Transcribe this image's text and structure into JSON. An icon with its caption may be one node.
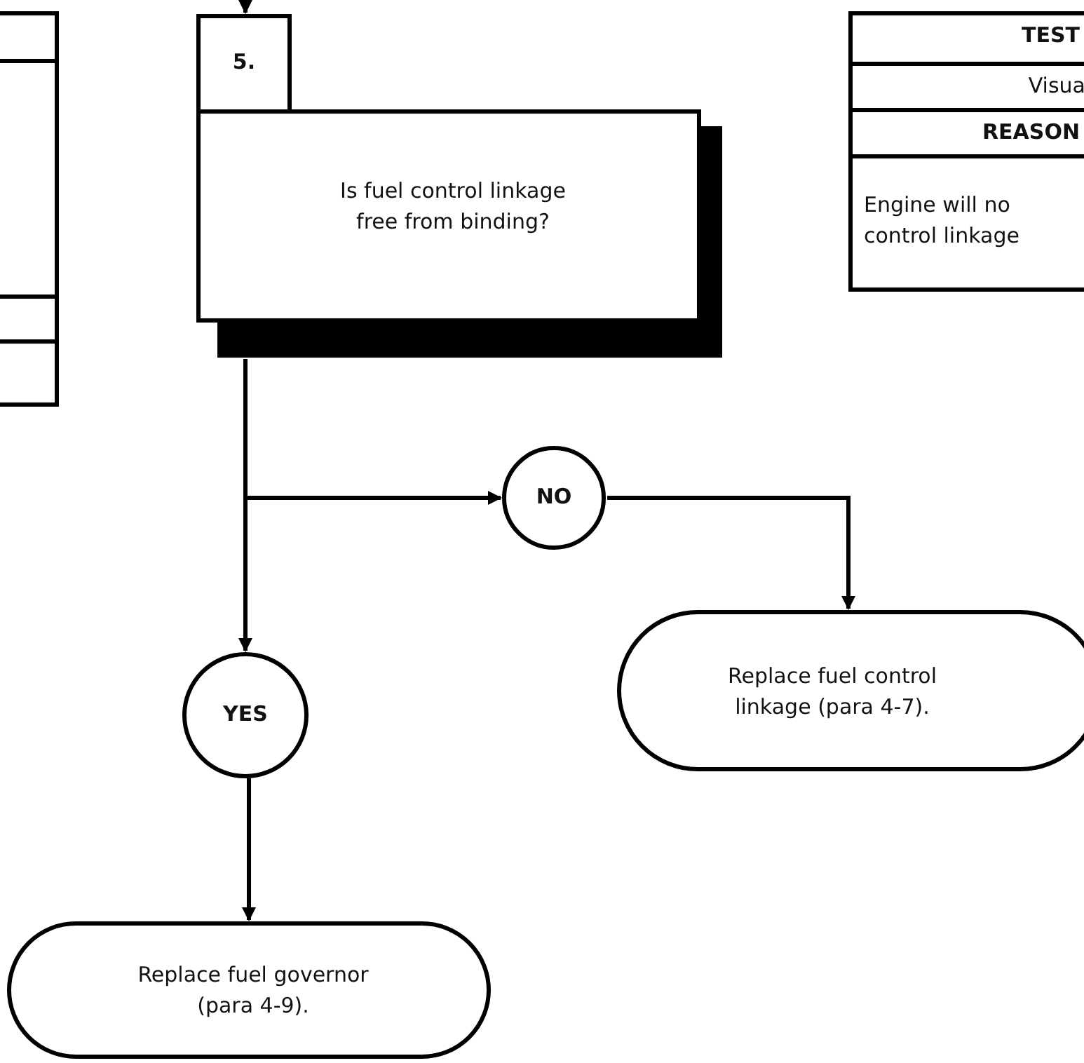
{
  "diagram": {
    "nodes": [
      {
        "text": [],
        "shape": "box"
      },
      {
        "text": [
          "5.",
          "Is fuel control linkage free from binding?"
        ]
      },
      {
        "text": [
          "NO"
        ]
      },
      {
        "text": [
          "YES"
        ]
      },
      {
        "text": [
          "Replace fuel control linkage (para 4-7)."
        ]
      },
      {
        "text": [
          "Replace fuel governor (para 4-9)."
        ]
      },
      {
        "text": [
          "TEST",
          "Visua",
          "REASON",
          "Engine will no control linkage"
        ]
      }
    ],
    "edges": [
      {
        "from": null,
        "to": 1,
        "arrow": "to"
      },
      {
        "from": 1,
        "to": 2,
        "arrow": "to"
      },
      {
        "from": 1,
        "to": 3,
        "arrow": "to"
      },
      {
        "from": 2,
        "to": 4,
        "arrow": "to"
      },
      {
        "from": 3,
        "to": 5,
        "arrow": "to"
      }
    ]
  }
}
